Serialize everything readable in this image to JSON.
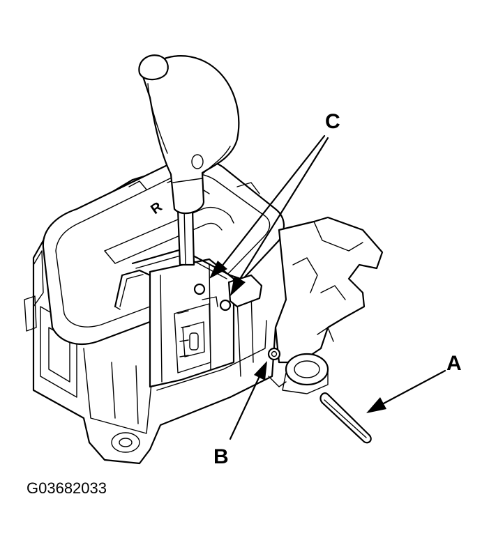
{
  "figure_id": "G03682033",
  "callouts": {
    "a": "A",
    "b": "B",
    "c": "C"
  },
  "gate_mark": "R",
  "colors": {
    "line": "#000000",
    "background": "#ffffff"
  }
}
